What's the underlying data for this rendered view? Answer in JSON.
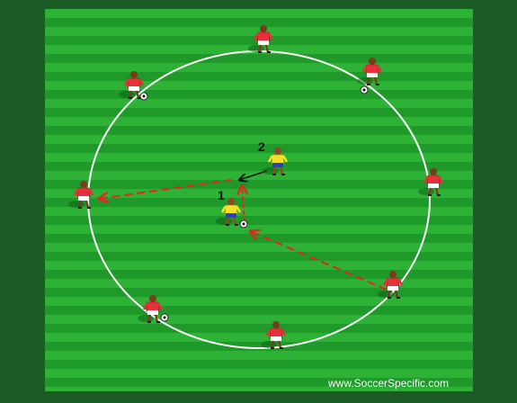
{
  "colors": {
    "border": "#1c5a26",
    "grass_dark": "#1f9a2a",
    "grass_light": "#2db236",
    "circle_line": "#ffffff",
    "team_red_shirt": "#e8303a",
    "team_red_shorts": "#ffffff",
    "team_yellow_shirt": "#f2e02a",
    "team_yellow_shorts": "#2a3fbf",
    "pass_arrow": "#e0261f",
    "move_arrow": "#111111"
  },
  "labels": {
    "player_1": "1",
    "player_2": "2"
  },
  "watermark": "www.SoccerSpecific.com",
  "players": [
    {
      "team": "red",
      "name": "red-player-top"
    },
    {
      "team": "red",
      "name": "red-player-top-left",
      "ball": true
    },
    {
      "team": "red",
      "name": "red-player-top-right",
      "ball": true
    },
    {
      "team": "red",
      "name": "red-player-left"
    },
    {
      "team": "red",
      "name": "red-player-right"
    },
    {
      "team": "red",
      "name": "red-player-bottom-left",
      "ball": true
    },
    {
      "team": "red",
      "name": "red-player-bottom"
    },
    {
      "team": "red",
      "name": "red-player-bottom-right"
    },
    {
      "team": "yellow",
      "name": "yellow-player-1",
      "ball": true
    },
    {
      "team": "yellow",
      "name": "yellow-player-2"
    }
  ]
}
